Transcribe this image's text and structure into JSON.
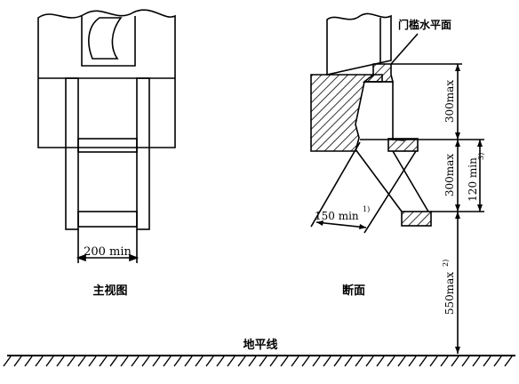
{
  "labels": {
    "front_view": "主视图",
    "section": "断面",
    "ground_line": "地平线",
    "sill_plane": "门槛水平面"
  },
  "dimensions": {
    "step_width": "200 min",
    "top_rise": "300max",
    "step_rise": "300max",
    "ground_clearance": "550max",
    "ground_clearance_note": "2)",
    "tread_depth": "150 min",
    "tread_depth_note": "1)",
    "toe_clearance": "120 min",
    "toe_clearance_note": "3)"
  },
  "colors": {
    "ink": "#000000",
    "paper": "#ffffff"
  }
}
